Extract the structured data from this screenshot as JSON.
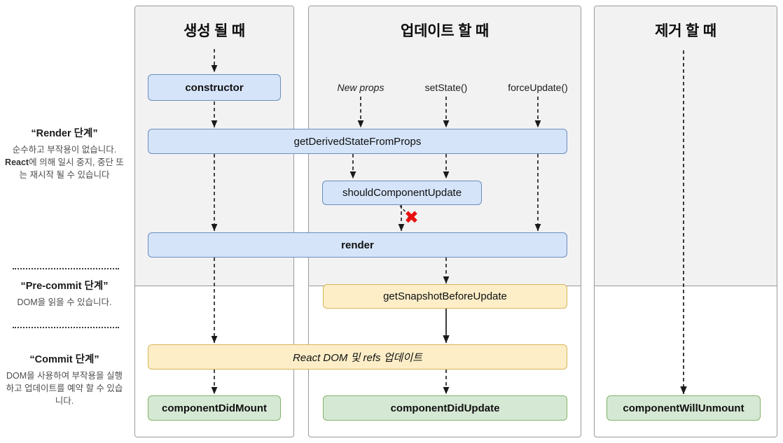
{
  "diagram": {
    "title": "React Lifecycle Methods Diagram (Korean)",
    "phases": [
      {
        "id": "render",
        "title": "“Render 단계”",
        "description": "순수하고 부작용이 없습니다. React에 의해 일시 중지, 중단 또는 재시작 될 수 있습니다"
      },
      {
        "id": "pre-commit",
        "title": "“Pre-commit 단계”",
        "description": "DOM을 읽을 수 있습니다."
      },
      {
        "id": "commit",
        "title": "“Commit 단계”",
        "description": "DOM을 사용하여 부작용을 실행하고 업데이트를 예약 할 수 있습니다."
      }
    ],
    "columns": [
      {
        "id": "mounting",
        "title": "생성 될 때"
      },
      {
        "id": "updating",
        "title": "업데이트 할 때"
      },
      {
        "id": "unmounting",
        "title": "제거 할 때"
      }
    ],
    "triggers": [
      {
        "id": "new-props",
        "label": "New props",
        "italic": true
      },
      {
        "id": "set-state",
        "label": "setState()",
        "italic": false
      },
      {
        "id": "force-update",
        "label": "forceUpdate()",
        "italic": false
      }
    ],
    "nodes": [
      {
        "id": "constructor",
        "label": "constructor",
        "color": "blue",
        "bold": true,
        "italic": false
      },
      {
        "id": "get-derived-state",
        "label": "getDerivedStateFromProps",
        "color": "blue",
        "bold": false,
        "italic": false
      },
      {
        "id": "should-component-update",
        "label": "shouldComponentUpdate",
        "color": "blue",
        "bold": false,
        "italic": false
      },
      {
        "id": "render",
        "label": "render",
        "color": "blue",
        "bold": true,
        "italic": false
      },
      {
        "id": "get-snapshot",
        "label": "getSnapshotBeforeUpdate",
        "color": "yellow",
        "bold": false,
        "italic": false
      },
      {
        "id": "react-dom-refs",
        "label": "React DOM 및 refs 업데이트",
        "color": "yellow",
        "bold": false,
        "italic": true
      },
      {
        "id": "component-did-mount",
        "label": "componentDidMount",
        "color": "green",
        "bold": true,
        "italic": false
      },
      {
        "id": "component-did-update",
        "label": "componentDidUpdate",
        "color": "green",
        "bold": true,
        "italic": false
      },
      {
        "id": "component-will-unmount",
        "label": "componentWillUnmount",
        "color": "green",
        "bold": true,
        "italic": false
      }
    ],
    "annotations": [
      {
        "id": "skip-render-x",
        "symbol": "✖",
        "color": "#e8110f"
      }
    ],
    "colors": {
      "blue_fill": "#d5e4f9",
      "blue_border": "#6c8ebf",
      "yellow_fill": "#fdeec8",
      "yellow_border": "#d6b656",
      "green_fill": "#d5e8d4",
      "green_border": "#82b366",
      "band_fill": "#f2f2f2",
      "column_border": "#9a9a9a",
      "x_mark": "#e8110f"
    }
  }
}
